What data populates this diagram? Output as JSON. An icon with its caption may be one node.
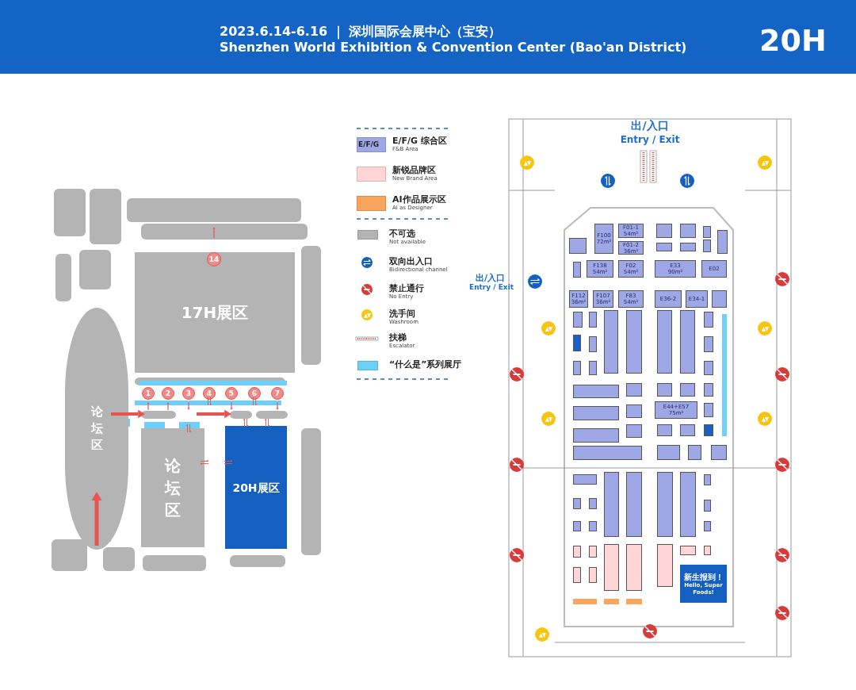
{
  "diagram": {
    "nodes": [
      {
        "text": [
          "17H展区"
        ]
      },
      {
        "text": [
          "论坛区"
        ]
      },
      {
        "text": [
          "论坛区"
        ]
      },
      {
        "text": [
          "20H展区"
        ]
      },
      {
        "text": [
          "1"
        ]
      },
      {
        "text": [
          "2"
        ]
      },
      {
        "text": [
          "3"
        ]
      },
      {
        "text": [
          "4"
        ]
      },
      {
        "text": [
          "5"
        ]
      },
      {
        "text": [
          "6"
        ]
      },
      {
        "text": [
          "7"
        ]
      },
      {
        "text": [
          "14"
        ],
        "in": 0
      },
      {
        "text": [
          "新生报到！",
          "Hello, Super Foods!"
        ]
      },
      {
        "text": [
          "F100",
          "72m²"
        ]
      },
      {
        "text": [
          "F01-1",
          "54m²"
        ]
      },
      {
        "text": [
          "F01-2",
          "36m²"
        ]
      },
      {
        "text": [
          "F138",
          "54m²"
        ]
      },
      {
        "text": [
          "F02",
          "54m²"
        ]
      },
      {
        "text": [
          "E33",
          "90m²"
        ]
      },
      {
        "text": [
          "E02"
        ]
      },
      {
        "text": [
          "F112",
          "36m²"
        ]
      },
      {
        "text": [
          "F107",
          "36m²"
        ]
      },
      {
        "text": [
          "F83",
          "54m²"
        ]
      },
      {
        "text": [
          "E36-2"
        ]
      },
      {
        "text": [
          "E34-1"
        ]
      },
      {
        "text": [
          "E44+E57",
          "75m²"
        ]
      },
      {
        "text": [],
        "shape": "box"
      },
      {
        "text": [],
        "shape": "box"
      },
      {
        "text": [],
        "shape": "box"
      },
      {
        "text": [],
        "shape": "box"
      },
      {
        "text": [],
        "shape": "box"
      },
      {
        "text": [],
        "shape": "box"
      },
      {
        "text": [],
        "shape": "box"
      },
      {
        "text": [],
        "shape": "box"
      },
      {
        "text": [],
        "shape": "box"
      },
      {
        "text": [],
        "shape": "box"
      },
      {
        "text": [],
        "shape": "box"
      },
      {
        "text": [],
        "shape": "box"
      },
      {
        "text": [],
        "shape": "box"
      },
      {
        "text": [],
        "shape": "box"
      },
      {
        "text": [],
        "shape": "box"
      },
      {
        "text": [],
        "shape": "box"
      },
      {
        "text": [],
        "shape": "box"
      },
      {
        "text": [],
        "shape": "box"
      },
      {
        "text": [],
        "shape": "box"
      },
      {
        "text": [],
        "shape": "box"
      },
      {
        "text": [],
        "shape": "box"
      },
      {
        "text": [],
        "shape": "box"
      },
      {
        "text": [],
        "shape": "box"
      },
      {
        "text": [],
        "shape": "box"
      },
      {
        "text": [],
        "shape": "box"
      },
      {
        "text": [],
        "shape": "box"
      },
      {
        "text": [],
        "shape": "box"
      },
      {
        "text": [],
        "shape": "box"
      },
      {
        "text": [],
        "shape": "box"
      },
      {
        "text": [],
        "shape": "box"
      },
      {
        "text": [],
        "shape": "box"
      },
      {
        "text": [],
        "shape": "box"
      },
      {
        "text": [],
        "shape": "box"
      },
      {
        "text": [],
        "shape": "box"
      },
      {
        "text": [],
        "shape": "box"
      },
      {
        "text": [],
        "shape": "box"
      },
      {
        "text": [],
        "shape": "box"
      },
      {
        "text": [],
        "shape": "box"
      },
      {
        "text": [],
        "shape": "box"
      },
      {
        "text": [],
        "shape": "box"
      },
      {
        "text": [],
        "shape": "box"
      },
      {
        "text": [],
        "shape": "box"
      },
      {
        "text": [],
        "shape": "box"
      },
      {
        "text": [],
        "shape": "box"
      },
      {
        "text": [],
        "shape": "box"
      },
      {
        "text": [],
        "shape": "box"
      },
      {
        "text": [],
        "shape": "box"
      },
      {
        "text": [],
        "shape": "box"
      },
      {
        "text": [],
        "shape": "box"
      },
      {
        "text": [],
        "shape": "box"
      },
      {
        "text": [],
        "shape": "box"
      },
      {
        "text": [],
        "shape": "box"
      },
      {
        "text": [],
        "shape": "box"
      },
      {
        "text": [],
        "shape": "box"
      },
      {
        "text": [],
        "shape": "box"
      },
      {
        "text": [],
        "shape": "box"
      },
      {
        "text": [],
        "shape": "box"
      },
      {
        "text": [],
        "shape": "box"
      },
      {
        "text": [],
        "shape": "box"
      },
      {
        "text": [],
        "shape": "box"
      },
      {
        "text": [],
        "shape": "box"
      },
      {
        "text": [],
        "shape": "box"
      },
      {
        "text": [],
        "shape": "box"
      },
      {
        "text": [],
        "shape": "box"
      },
      {
        "text": [],
        "shape": "box"
      }
    ],
    "labels": [
      "2023.6.14-6.16 ｜ 深圳国际会展中心（宝安）",
      "Shenzhen World Exhibition & Convention Center (Bao'an District)",
      "20H",
      "E/F/G",
      "F&B Area",
      "New Brand Area",
      "AI as Designer",
      "Not available",
      "Bidirectional channel",
      "No Entry",
      "Washroom",
      "Escalator",
      "出/入口",
      "Entry / Exit",
      "出/入口",
      "Entry / Exit"
    ],
    "legend": [
      {
        "text": "E/F/G 综合区",
        "color": "#9fa8e6"
      },
      {
        "text": "新锐品牌区",
        "color": "#ffd5d5"
      },
      {
        "text": "AI作品展示区",
        "color": "#f8a65e"
      },
      {
        "text": "不可选",
        "color": "#b4b4b4"
      },
      {
        "text": "双向出入口"
      },
      {
        "text": "禁止通行"
      },
      {
        "text": "洗手间"
      },
      {
        "text": "扶梯"
      },
      {
        "text": "“什么是”系列展厅",
        "color": "#6dd0fb"
      }
    ]
  }
}
